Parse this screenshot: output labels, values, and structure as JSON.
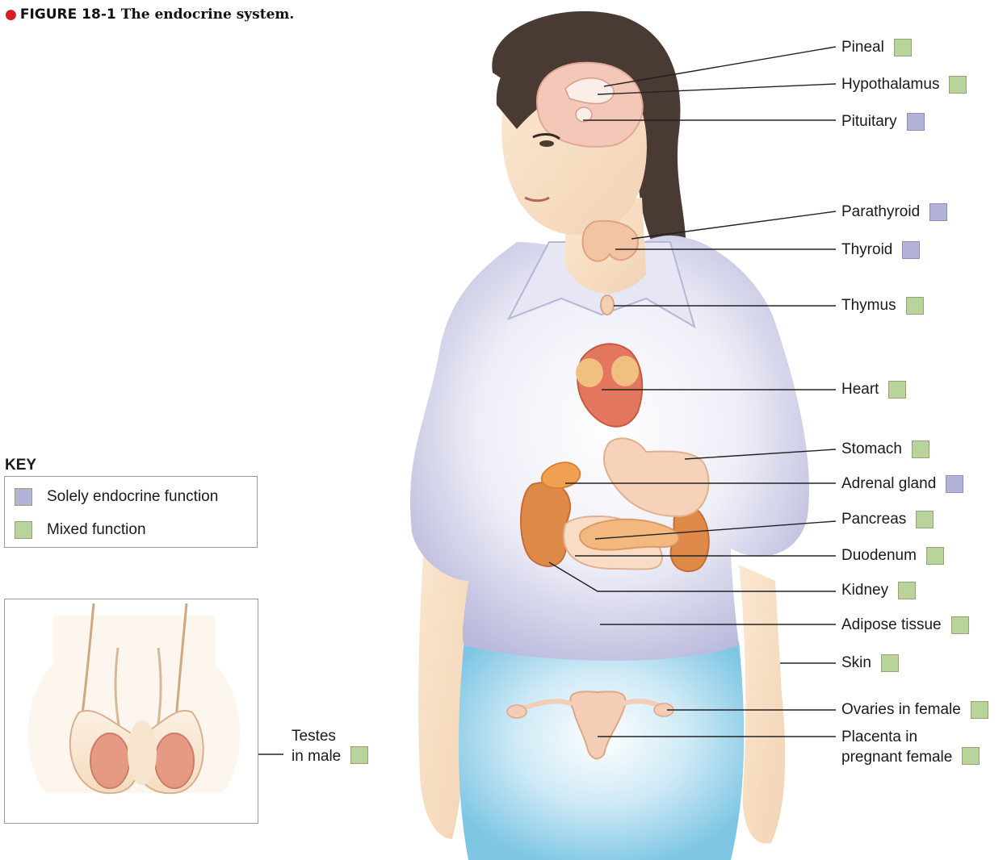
{
  "figure": {
    "number": "FIGURE 18-1",
    "title": "The endocrine system."
  },
  "colors": {
    "solely_endocrine": "#b3b3d9",
    "mixed_function": "#b8d49a",
    "caption_bullet": "#d32027"
  },
  "key": {
    "title": "KEY",
    "items": [
      {
        "label": "Solely endocrine function",
        "type": "solely"
      },
      {
        "label": "Mixed function",
        "type": "mixed"
      }
    ]
  },
  "labels": [
    {
      "text": "Pineal",
      "type": "mixed"
    },
    {
      "text": "Hypothalamus",
      "type": "mixed"
    },
    {
      "text": "Pituitary",
      "type": "solely"
    },
    {
      "text": "Parathyroid",
      "type": "solely"
    },
    {
      "text": "Thyroid",
      "type": "solely"
    },
    {
      "text": "Thymus",
      "type": "mixed"
    },
    {
      "text": "Heart",
      "type": "mixed"
    },
    {
      "text": "Stomach",
      "type": "mixed"
    },
    {
      "text": "Adrenal gland",
      "type": "solely"
    },
    {
      "text": "Pancreas",
      "type": "mixed"
    },
    {
      "text": "Duodenum",
      "type": "mixed"
    },
    {
      "text": "Kidney",
      "type": "mixed"
    },
    {
      "text": "Adipose tissue",
      "type": "mixed"
    },
    {
      "text": "Skin",
      "type": "mixed"
    },
    {
      "text": "Ovaries in female",
      "type": "mixed"
    }
  ],
  "placenta": {
    "line1": "Placenta in",
    "line2": "pregnant female",
    "type": "mixed"
  },
  "testes": {
    "line1": "Testes",
    "line2": "in male",
    "type": "mixed"
  }
}
